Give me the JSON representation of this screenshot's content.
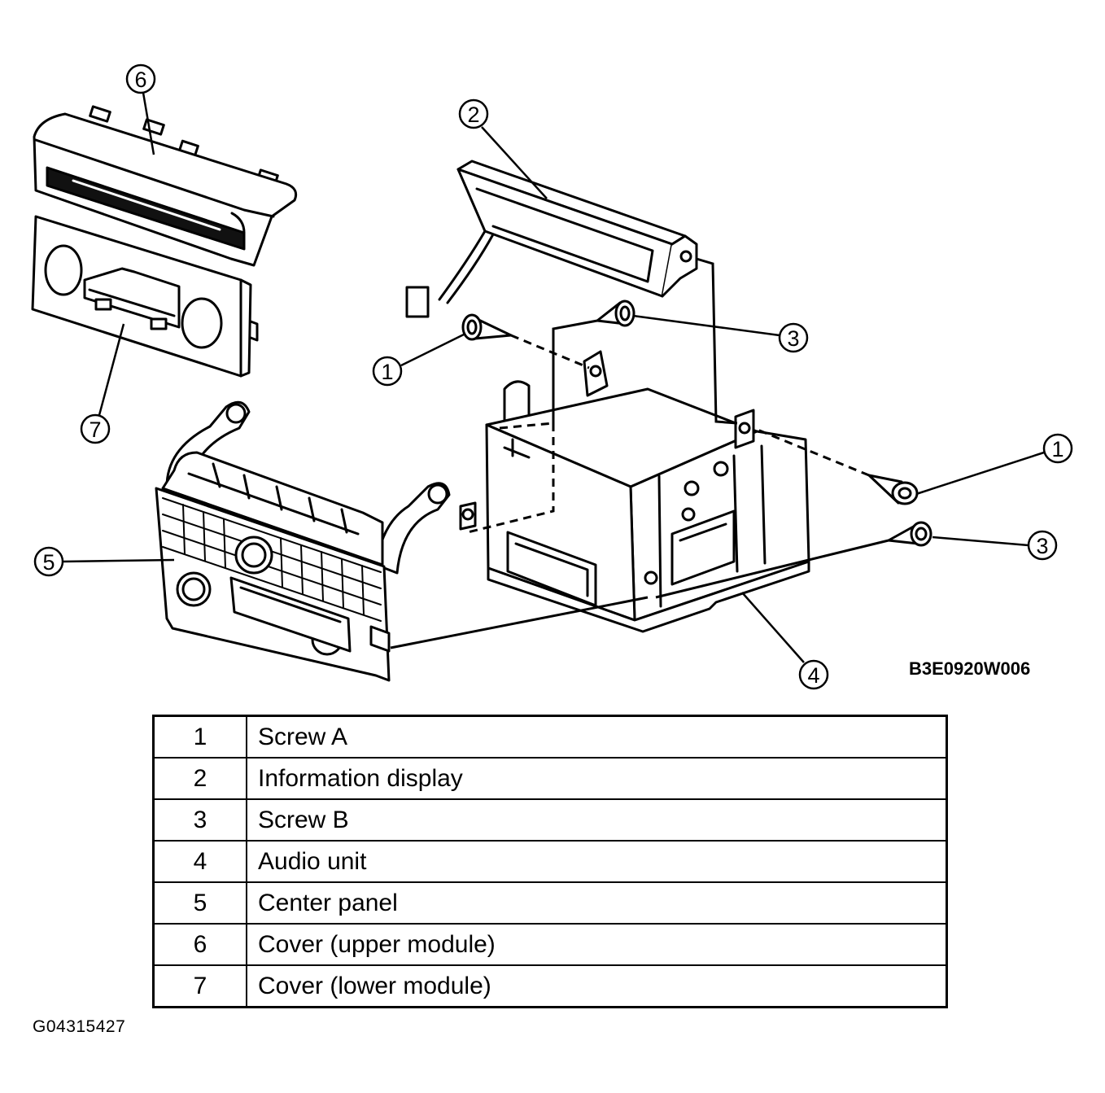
{
  "callouts": {
    "cover_upper": "6",
    "info_display": "2",
    "screw_b_top": "3",
    "screw_a_left": "1",
    "cover_lower": "7",
    "screw_a_right": "1",
    "screw_b_right": "3",
    "center_panel": "5",
    "audio_unit": "4"
  },
  "figure_code": "B3E0920W006",
  "legend": {
    "rows": [
      {
        "num": "1",
        "label": "Screw A"
      },
      {
        "num": "2",
        "label": "Information display"
      },
      {
        "num": "3",
        "label": "Screw B"
      },
      {
        "num": "4",
        "label": "Audio unit"
      },
      {
        "num": "5",
        "label": "Center panel"
      },
      {
        "num": "6",
        "label": "Cover (upper module)"
      },
      {
        "num": "7",
        "label": "Cover (lower module)"
      }
    ]
  },
  "document_code": "G04315427"
}
